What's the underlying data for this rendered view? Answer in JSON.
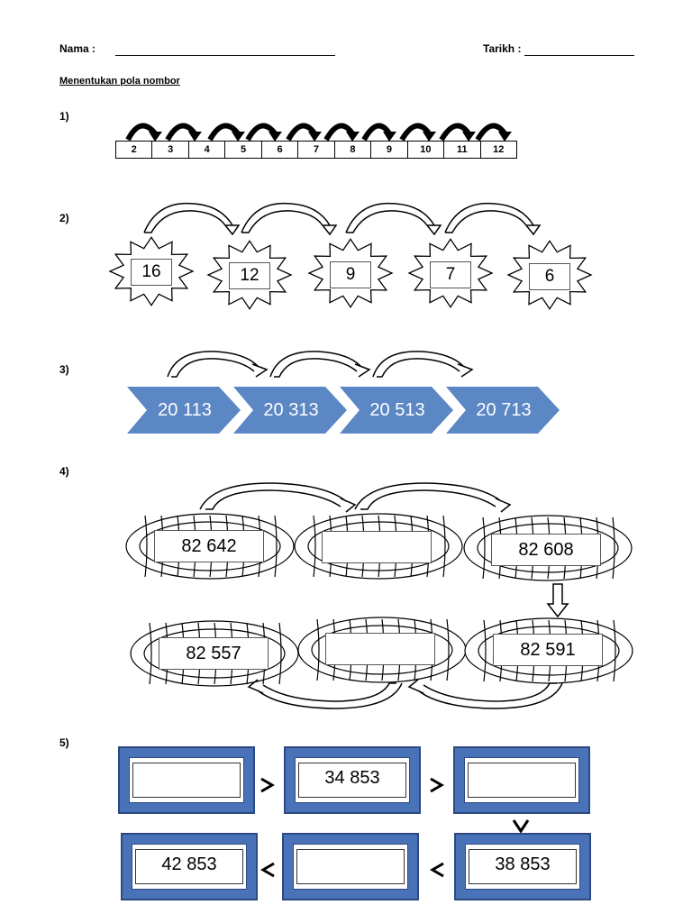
{
  "header": {
    "name_label": "Nama :",
    "date_label": "Tarikh :"
  },
  "title": "Menentukan pola nombor",
  "questions": [
    {
      "number": "1)",
      "cells": [
        "2",
        "3",
        "4",
        "5",
        "6",
        "7",
        "8",
        "9",
        "10",
        "11",
        "12"
      ]
    },
    {
      "number": "2)",
      "stars": [
        "16",
        "12",
        "9",
        "7",
        "6"
      ]
    },
    {
      "number": "3)",
      "chevrons": [
        "20 113",
        "20 313",
        "20 513",
        "20 713"
      ]
    },
    {
      "number": "4)",
      "balls_top": [
        "82 642",
        "",
        "82 608"
      ],
      "balls_bottom": [
        "82 557",
        "",
        "82 591"
      ]
    },
    {
      "number": "5)",
      "frames_top": [
        "",
        "34 853",
        ""
      ],
      "frames_bottom": [
        "42 853",
        "",
        "38 853"
      ]
    }
  ],
  "colors": {
    "chevron": "#5b87c5",
    "frame": "#4a72b8",
    "line": "#000000"
  }
}
